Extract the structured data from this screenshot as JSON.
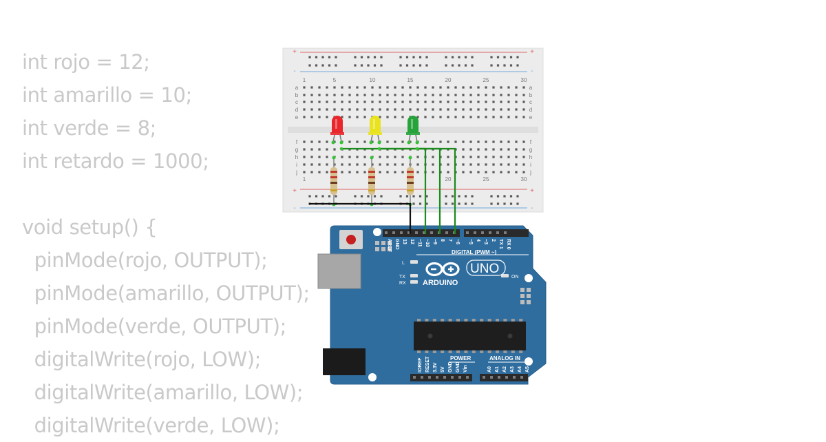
{
  "code": {
    "lines": [
      "int rojo = 12;",
      "int amarillo = 10;",
      "int verde = 8;",
      "int retardo = 1000;",
      "",
      "void setup() {",
      "  pinMode(rojo, OUTPUT);",
      "  pinMode(amarillo, OUTPUT);",
      "  pinMode(verde, OUTPUT);",
      "  digitalWrite(rojo, LOW);",
      "  digitalWrite(amarillo, LOW);",
      "  digitalWrite(verde, LOW);"
    ]
  },
  "breadboard": {
    "rail_plus": "+",
    "rail_minus": "-",
    "column_numbers": [
      "1",
      "5",
      "10",
      "15",
      "20",
      "25",
      "30"
    ],
    "rows_top": [
      "a",
      "b",
      "c",
      "d",
      "e"
    ],
    "rows_bottom": [
      "f",
      "g",
      "h",
      "i",
      "j"
    ]
  },
  "leds": [
    {
      "color_name": "red",
      "body": "#e8262b"
    },
    {
      "color_name": "yellow",
      "body": "#e9e21f"
    },
    {
      "color_name": "green",
      "body": "#26a33a"
    }
  ],
  "arduino": {
    "brand": "ARDUINO",
    "model": "UNO",
    "digital_label": "DIGITAL (PWM ~)",
    "power_label": "POWER",
    "analog_label": "ANALOG IN",
    "on_label": "ON",
    "l_label": "L",
    "tx_label": "TX",
    "rx_label": "RX",
    "digital_pins": [
      "AREF",
      "GND",
      "13",
      "12",
      "~11",
      "~10",
      "~9",
      "8",
      "7",
      "~6",
      "~5",
      "4",
      "~3",
      "2",
      "TX 1",
      "RX 0"
    ],
    "power_pins": [
      "IOREF",
      "RESET",
      "3.3V",
      "5V",
      "GND",
      "GND",
      "Vin"
    ],
    "analog_pins": [
      "A0",
      "A1",
      "A2",
      "A3",
      "A4",
      "A5"
    ],
    "board_color": "#2f6d9f"
  },
  "wire_colors": {
    "signal": "#1c8a1c",
    "ground": "#111111"
  }
}
